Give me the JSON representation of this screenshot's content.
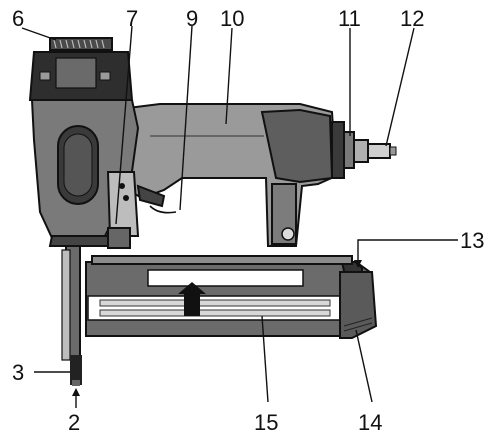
{
  "callouts": {
    "c2": "2",
    "c3": "3",
    "c6": "6",
    "c7": "7",
    "c9": "9",
    "c10": "10",
    "c11": "11",
    "c12": "12",
    "c13": "13",
    "c14": "14",
    "c15": "15"
  },
  "colors": {
    "ink": "#111111",
    "body_dark": "#5a5a5a",
    "body_mid": "#8c8c8c",
    "body_light": "#c8c8c8",
    "paper": "#ffffff"
  }
}
